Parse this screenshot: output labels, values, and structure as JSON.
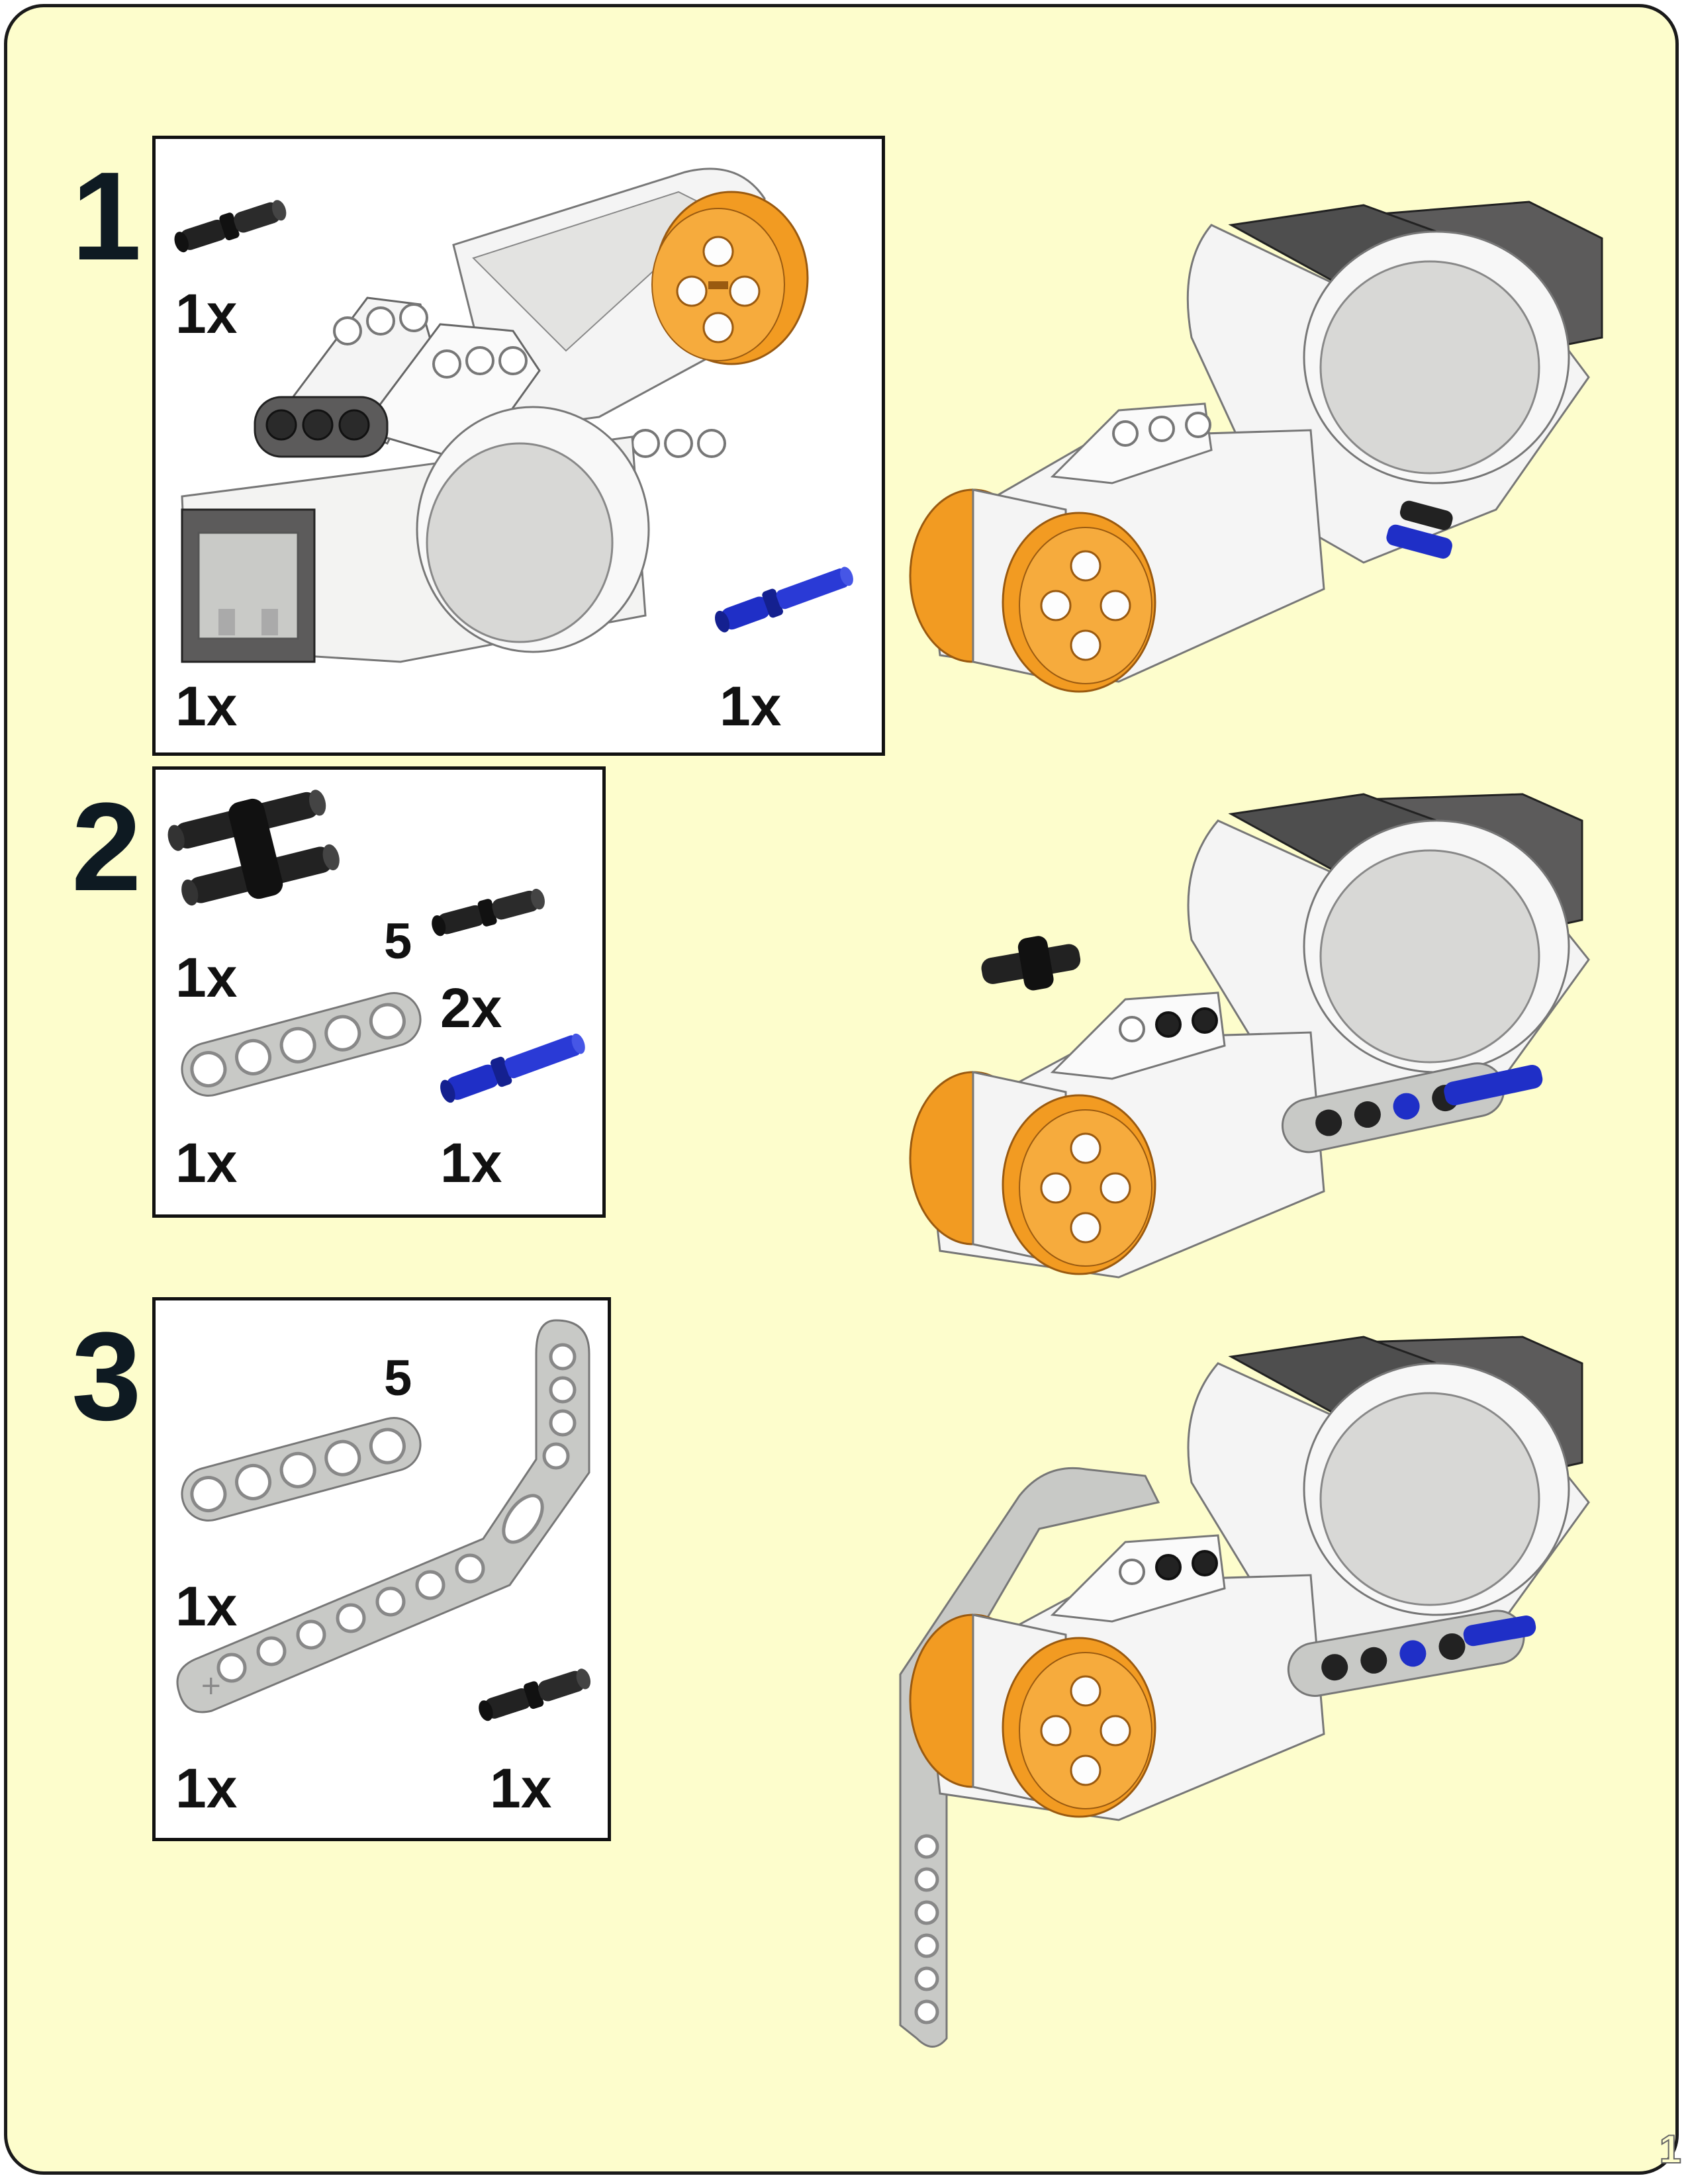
{
  "page": {
    "number": "1"
  },
  "colors": {
    "background": "#fdfdcc",
    "orange": "#f29b22",
    "white": "#f7f7f7",
    "lightgray": "#c8c9c6",
    "darkgray": "#5c5b5b",
    "black": "#1c1c1c",
    "blue": "#1f2fc7"
  },
  "steps": [
    {
      "number": "1",
      "parts": [
        {
          "name": "black-pin-icon",
          "qty": "1x"
        },
        {
          "name": "nxt-motor-icon",
          "qty": "1x"
        },
        {
          "name": "blue-axle-pin-icon",
          "qty": "1x"
        }
      ]
    },
    {
      "number": "2",
      "parts": [
        {
          "name": "double-pin-connector-icon",
          "qty": "1x"
        },
        {
          "name": "black-pin-icon",
          "qty": "2x",
          "size_label": "5"
        },
        {
          "name": "beam-5-icon",
          "qty": "1x"
        },
        {
          "name": "blue-axle-pin-icon",
          "qty": "1x"
        }
      ]
    },
    {
      "number": "3",
      "parts": [
        {
          "name": "beam-5-icon",
          "qty": "1x",
          "size_label": "5"
        },
        {
          "name": "bent-beam-icon",
          "qty": "1x"
        },
        {
          "name": "black-pin-icon",
          "qty": "1x"
        }
      ]
    }
  ]
}
